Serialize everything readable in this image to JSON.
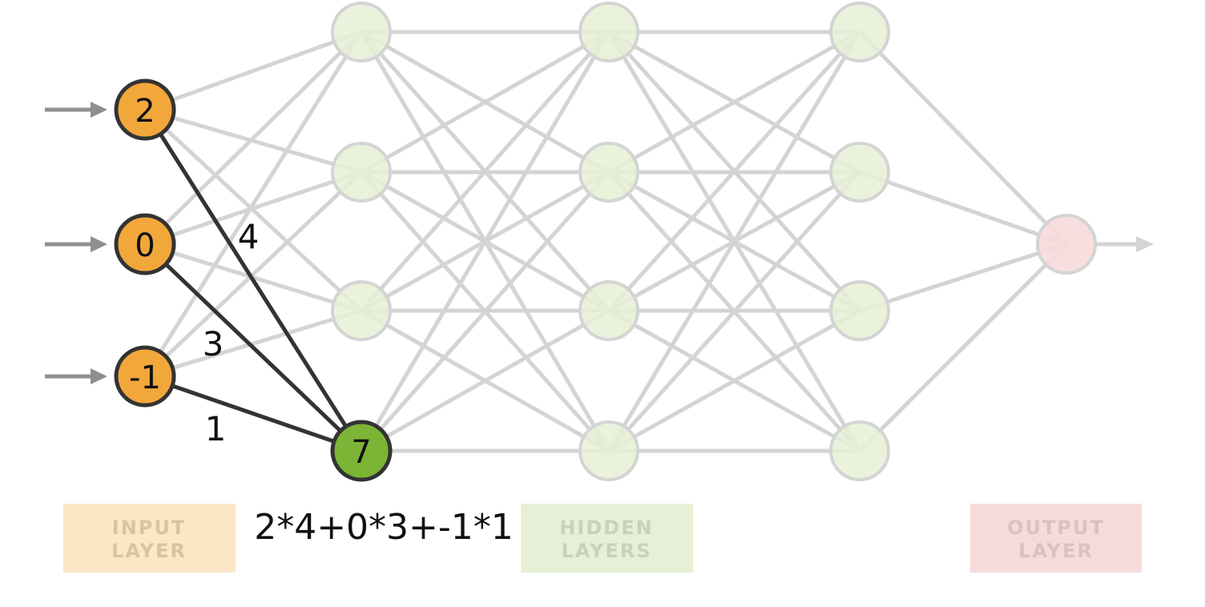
{
  "input_nodes": [
    {
      "value": "2"
    },
    {
      "value": "0"
    },
    {
      "value": "-1"
    }
  ],
  "weights": [
    "4",
    "3",
    "1"
  ],
  "result_node": {
    "value": "7"
  },
  "formula": "2*4+0*3+-1*1",
  "legend": {
    "input": [
      "INPUT",
      "LAYER"
    ],
    "hidden": [
      "HIDDEN",
      "LAYERS"
    ],
    "output": [
      "OUTPUT",
      "LAYER"
    ]
  },
  "colors": {
    "input_node": "#f2a73b",
    "result_node": "#7cb535",
    "hidden_node": "#e6f0d6",
    "output_node": "#f7dada",
    "node_stroke": "#333333",
    "faded_stroke": "#d4d4d4",
    "highlight_edge": "#333333",
    "legend_input_bg": "#fbe6c6",
    "legend_input_text": "#d9c3a3",
    "legend_hidden_bg": "#e6f0d6",
    "legend_hidden_text": "#c8d2bb",
    "legend_output_bg": "#f7dada",
    "legend_output_text": "#dcc1c1"
  }
}
